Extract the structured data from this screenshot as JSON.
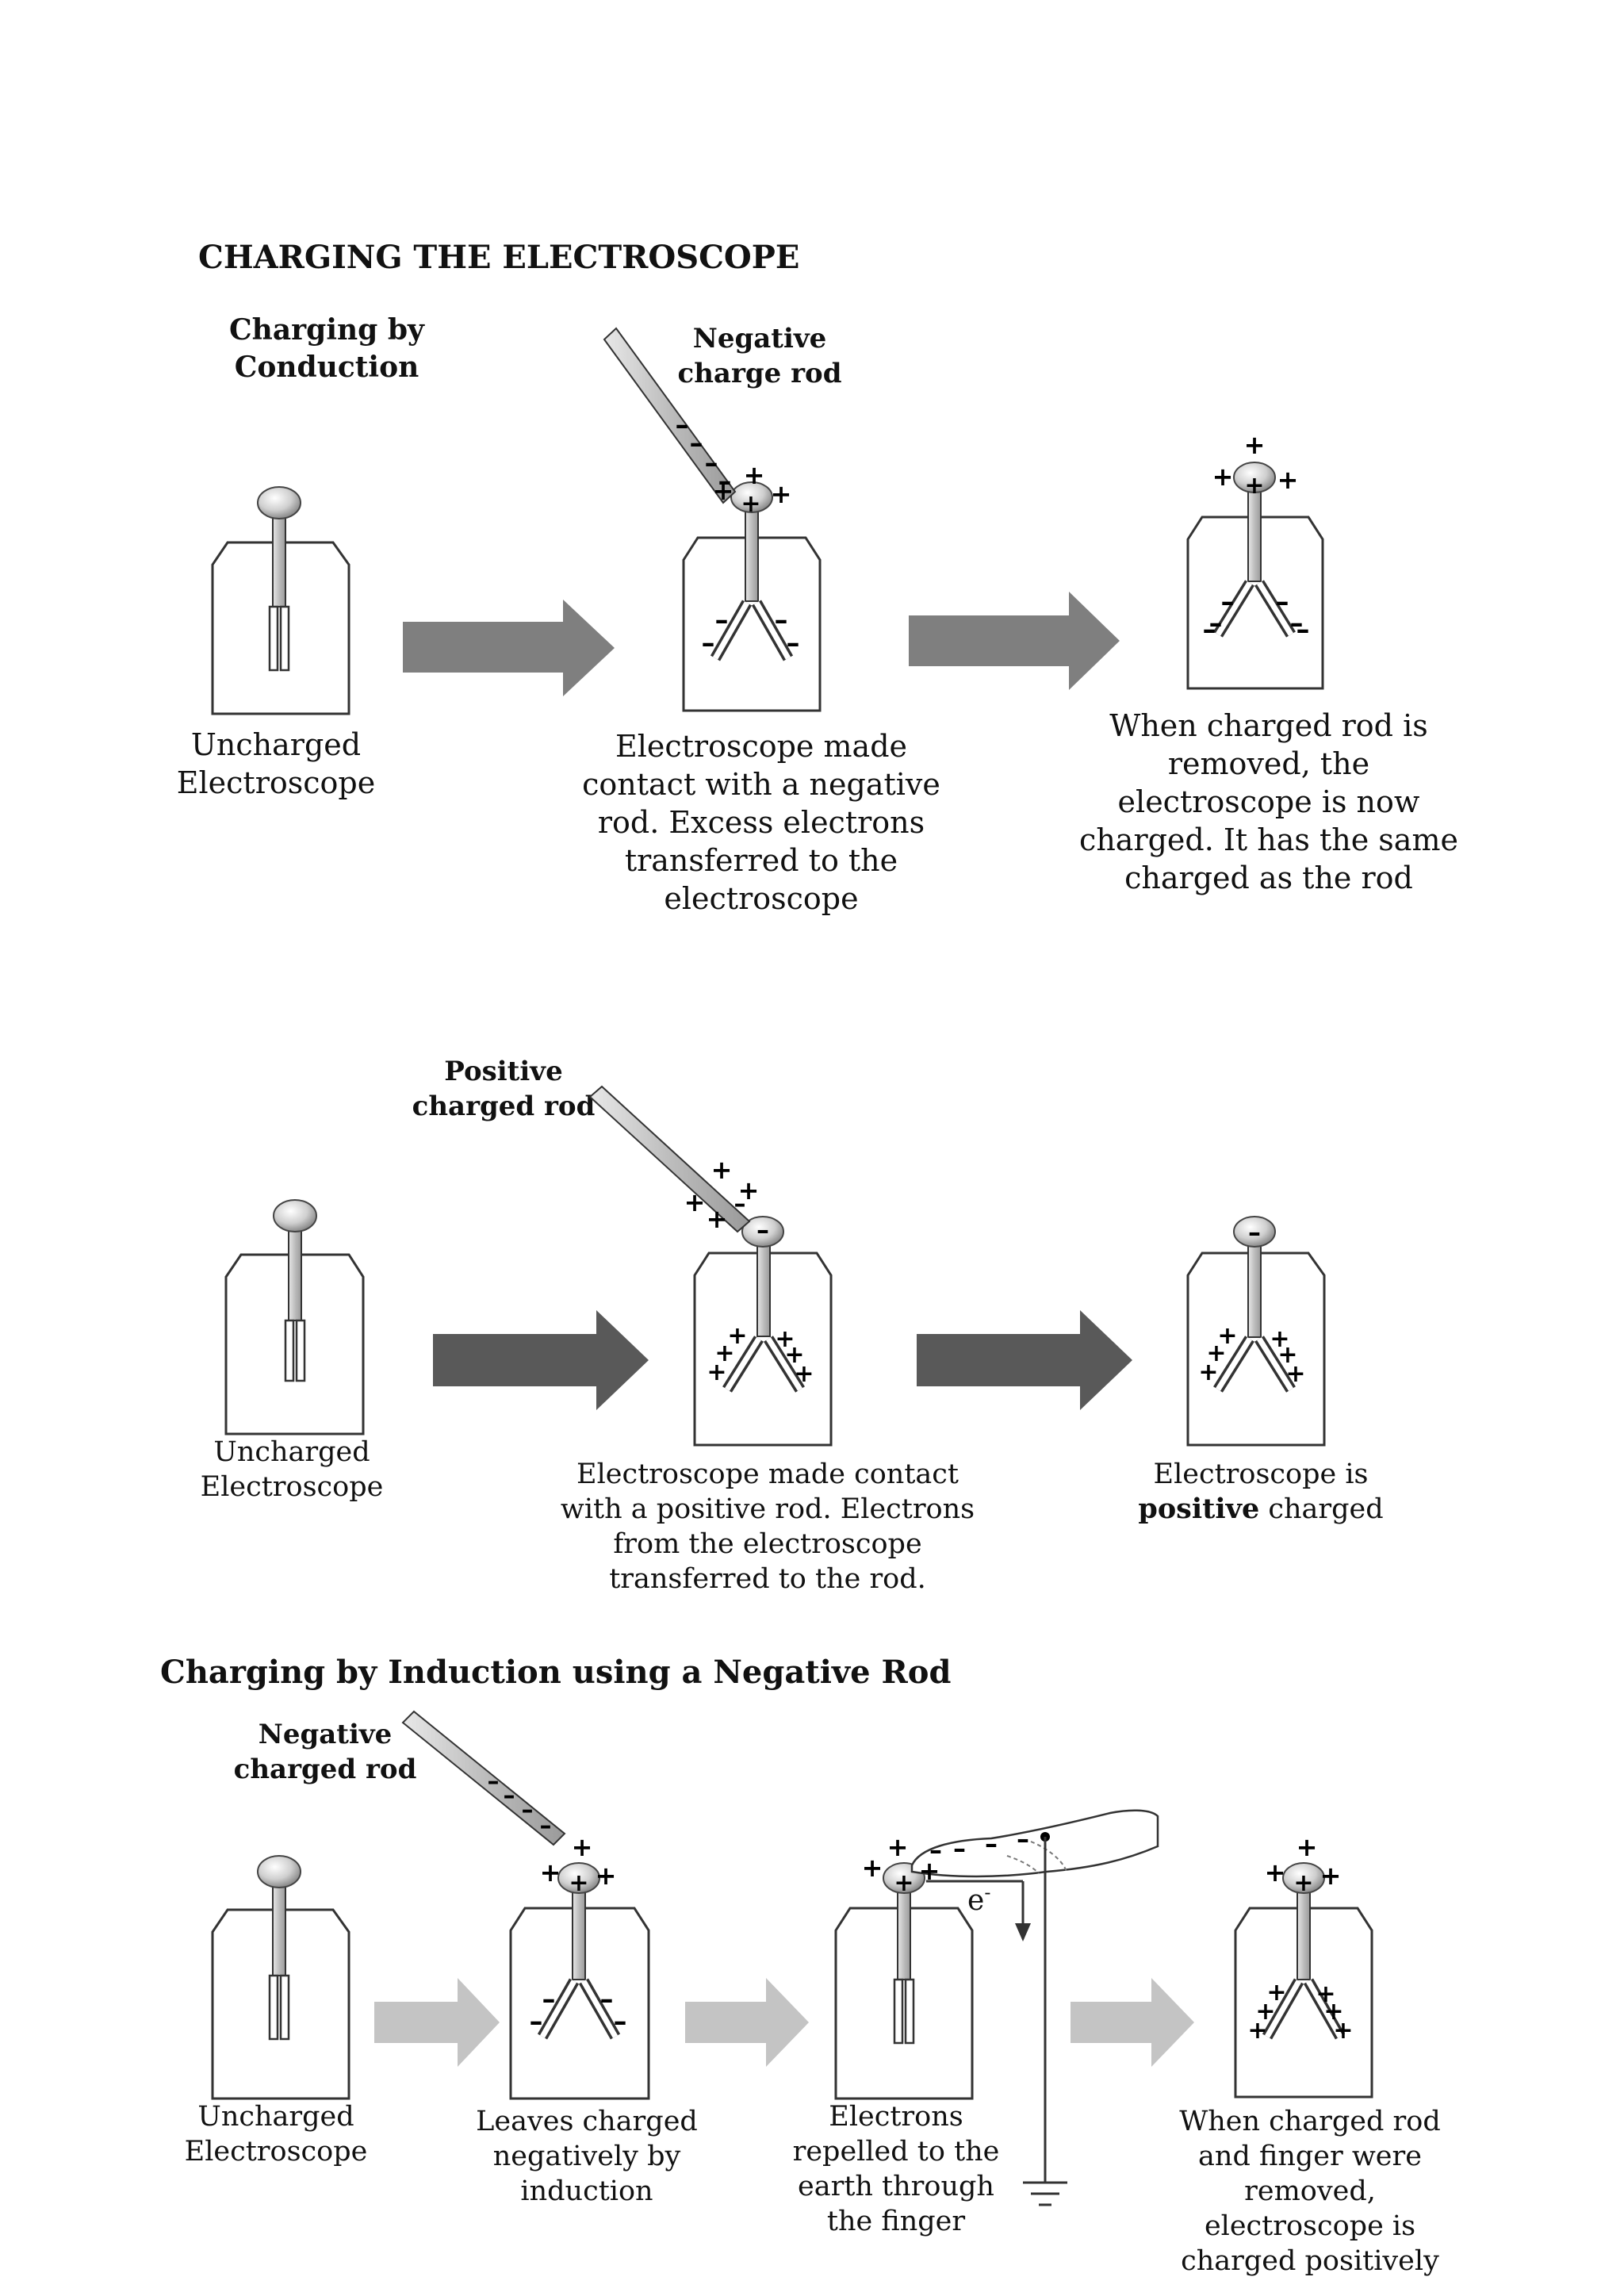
{
  "title": "CHARGING THE ELECTROSCOPE",
  "conduction": {
    "heading": [
      "Charging by",
      "Conduction"
    ],
    "neg_rod_label": [
      "Negative",
      "charge rod"
    ],
    "pos_rod_label": [
      "Positive",
      "charged rod"
    ],
    "row1": {
      "cap1": [
        "Uncharged",
        "Electroscope"
      ],
      "cap2": [
        "Electroscope made",
        "contact with a negative",
        "rod. Excess electrons",
        "transferred to the",
        "electroscope"
      ],
      "cap3": [
        "When charged rod is",
        "removed, the",
        "electroscope is now",
        "charged. It has the same",
        "charged as the rod"
      ]
    },
    "row2": {
      "cap1": [
        "Uncharged",
        "Electroscope"
      ],
      "cap2": [
        "Electroscope made contact",
        "with a positive rod. Electrons",
        "from the electroscope",
        "transferred to the rod."
      ],
      "cap3_line1": "Electroscope is",
      "cap3_bold": "positive",
      "cap3_rest": " charged"
    }
  },
  "induction": {
    "heading": "Charging by Induction using a Negative Rod",
    "rod_label": [
      "Negative",
      "charged rod"
    ],
    "electron_label": "e",
    "electron_sup": "-",
    "cap1": [
      "Uncharged",
      "Electroscope"
    ],
    "cap2": [
      "Leaves charged",
      "negatively by",
      "induction"
    ],
    "cap3": [
      "Electrons",
      "repelled to the",
      "earth through",
      "the finger"
    ],
    "cap4": [
      "When charged rod",
      "and finger were",
      "removed,",
      "electroscope is",
      "charged positively"
    ]
  },
  "colors": {
    "arrow_dark": "#7f7f7f",
    "arrow_darker": "#595959",
    "arrow_light": "#c4c4c4",
    "outline": "#333333"
  }
}
